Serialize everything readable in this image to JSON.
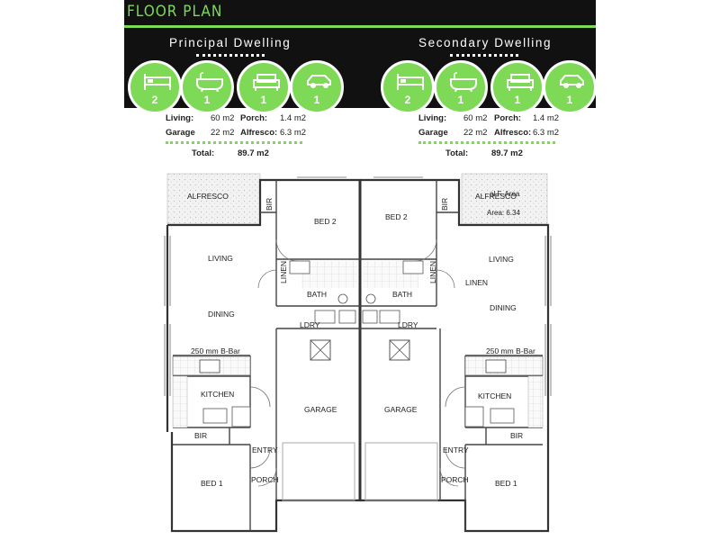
{
  "header": {
    "title": "FLOOR PLAN",
    "accent_color": "#7ed957",
    "bar_color": "#111111"
  },
  "dwellings": [
    {
      "title": "Principal Dwelling",
      "icons": [
        {
          "icon": "bed-icon",
          "value": "2"
        },
        {
          "icon": "bath-icon",
          "value": "1"
        },
        {
          "icon": "sofa-icon",
          "value": "1"
        },
        {
          "icon": "car-icon",
          "value": "1"
        }
      ],
      "stats": {
        "living_label": "Living:",
        "living_value": "60 m2",
        "porch_label": "Porch:",
        "porch_value": "1.4 m2",
        "garage_label": "Garage",
        "garage_value": "22 m2",
        "alfresco_label": "Alfresco:",
        "alfresco_value": "6.3 m2",
        "total_label": "Total:",
        "total_value": "89.7 m2"
      }
    },
    {
      "title": "Secondary Dwelling",
      "icons": [
        {
          "icon": "bed-icon",
          "value": "2"
        },
        {
          "icon": "bath-icon",
          "value": "1"
        },
        {
          "icon": "sofa-icon",
          "value": "1"
        },
        {
          "icon": "car-icon",
          "value": "1"
        }
      ],
      "stats": {
        "living_label": "Living:",
        "living_value": "60 m2",
        "porch_label": "Porch:",
        "porch_value": "1.4 m2",
        "garage_label": "Garage",
        "garage_value": "22 m2",
        "alfresco_label": "Alfresco:",
        "alfresco_value": "6.3 m2",
        "total_label": "Total:",
        "total_value": "89.7 m2"
      }
    }
  ],
  "plan": {
    "left": {
      "alfresco": "ALFRESCO",
      "bir_top": "BIR",
      "bed2": "BED 2",
      "living": "LIVING",
      "linen": "LINEN",
      "bath": "BATH",
      "dining": "DINING",
      "ldry": "LDRY",
      "bar": "250 mm B-Bar",
      "kitchen": "KITCHEN",
      "garage": "GARAGE",
      "bir_bottom": "BIR",
      "entry": "ENTRY",
      "porch": "PORCH",
      "bed1": "BED 1"
    },
    "right": {
      "alfresco": "ALFRESCO",
      "area_note_1": "al F. Area",
      "area_note_2": "Area: 6.34",
      "bir_top": "BIR",
      "bed2": "BED 2",
      "living": "LIVING",
      "linen_v": "LINEN",
      "linen_h": "LINEN",
      "bath": "BATH",
      "dining": "DINING",
      "ldry": "LDRY",
      "bar": "250 mm B-Bar",
      "kitchen": "KITCHEN",
      "garage": "GARAGE",
      "bir_bottom": "BIR",
      "entry": "ENTRY",
      "porch": "PORCH",
      "bed1": "BED 1"
    }
  }
}
